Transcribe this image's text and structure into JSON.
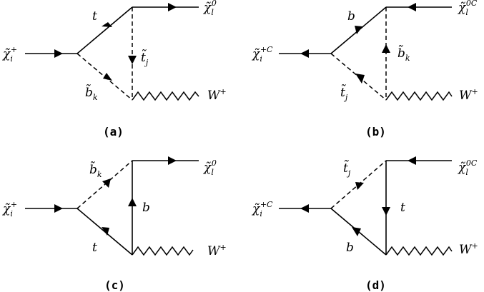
{
  "diagrams": {
    "a": {
      "caption": "(a)",
      "incoming": {
        "base": "χ̃",
        "sub": "i",
        "sup": "+"
      },
      "outgoing_top": {
        "base": "χ̃",
        "sub": "l",
        "sup": "0"
      },
      "outgoing_bottom": {
        "base": "W",
        "sup": "+"
      },
      "upper_leg": {
        "base": "t"
      },
      "lower_leg": {
        "base": "b̃",
        "sub": "k"
      },
      "vertical": {
        "base": "t̃",
        "sub": "j"
      }
    },
    "b": {
      "caption": "(b)",
      "incoming": {
        "base": "χ̃",
        "sub": "i",
        "sup": "+C"
      },
      "outgoing_top": {
        "base": "χ̃",
        "sub": "l",
        "sup": "0C"
      },
      "outgoing_bottom": {
        "base": "W",
        "sup": "+"
      },
      "upper_leg": {
        "base": "b"
      },
      "lower_leg": {
        "base": "t̃",
        "sub": "j"
      },
      "vertical": {
        "base": "b̃",
        "sub": "k"
      }
    },
    "c": {
      "caption": "(c)",
      "incoming": {
        "base": "χ̃",
        "sub": "i",
        "sup": "+"
      },
      "outgoing_top": {
        "base": "χ̃",
        "sub": "l",
        "sup": "0"
      },
      "outgoing_bottom": {
        "base": "W",
        "sup": "+"
      },
      "upper_leg": {
        "base": "b̃",
        "sub": "k"
      },
      "lower_leg": {
        "base": "t"
      },
      "vertical": {
        "base": "b"
      }
    },
    "d": {
      "caption": "(d)",
      "incoming": {
        "base": "χ̃",
        "sub": "i",
        "sup": "+C"
      },
      "outgoing_top": {
        "base": "χ̃",
        "sub": "l",
        "sup": "0C"
      },
      "outgoing_bottom": {
        "base": "W",
        "sup": "+"
      },
      "upper_leg": {
        "base": "t̃",
        "sub": "j"
      },
      "lower_leg": {
        "base": "b"
      },
      "vertical": {
        "base": "t"
      }
    }
  }
}
